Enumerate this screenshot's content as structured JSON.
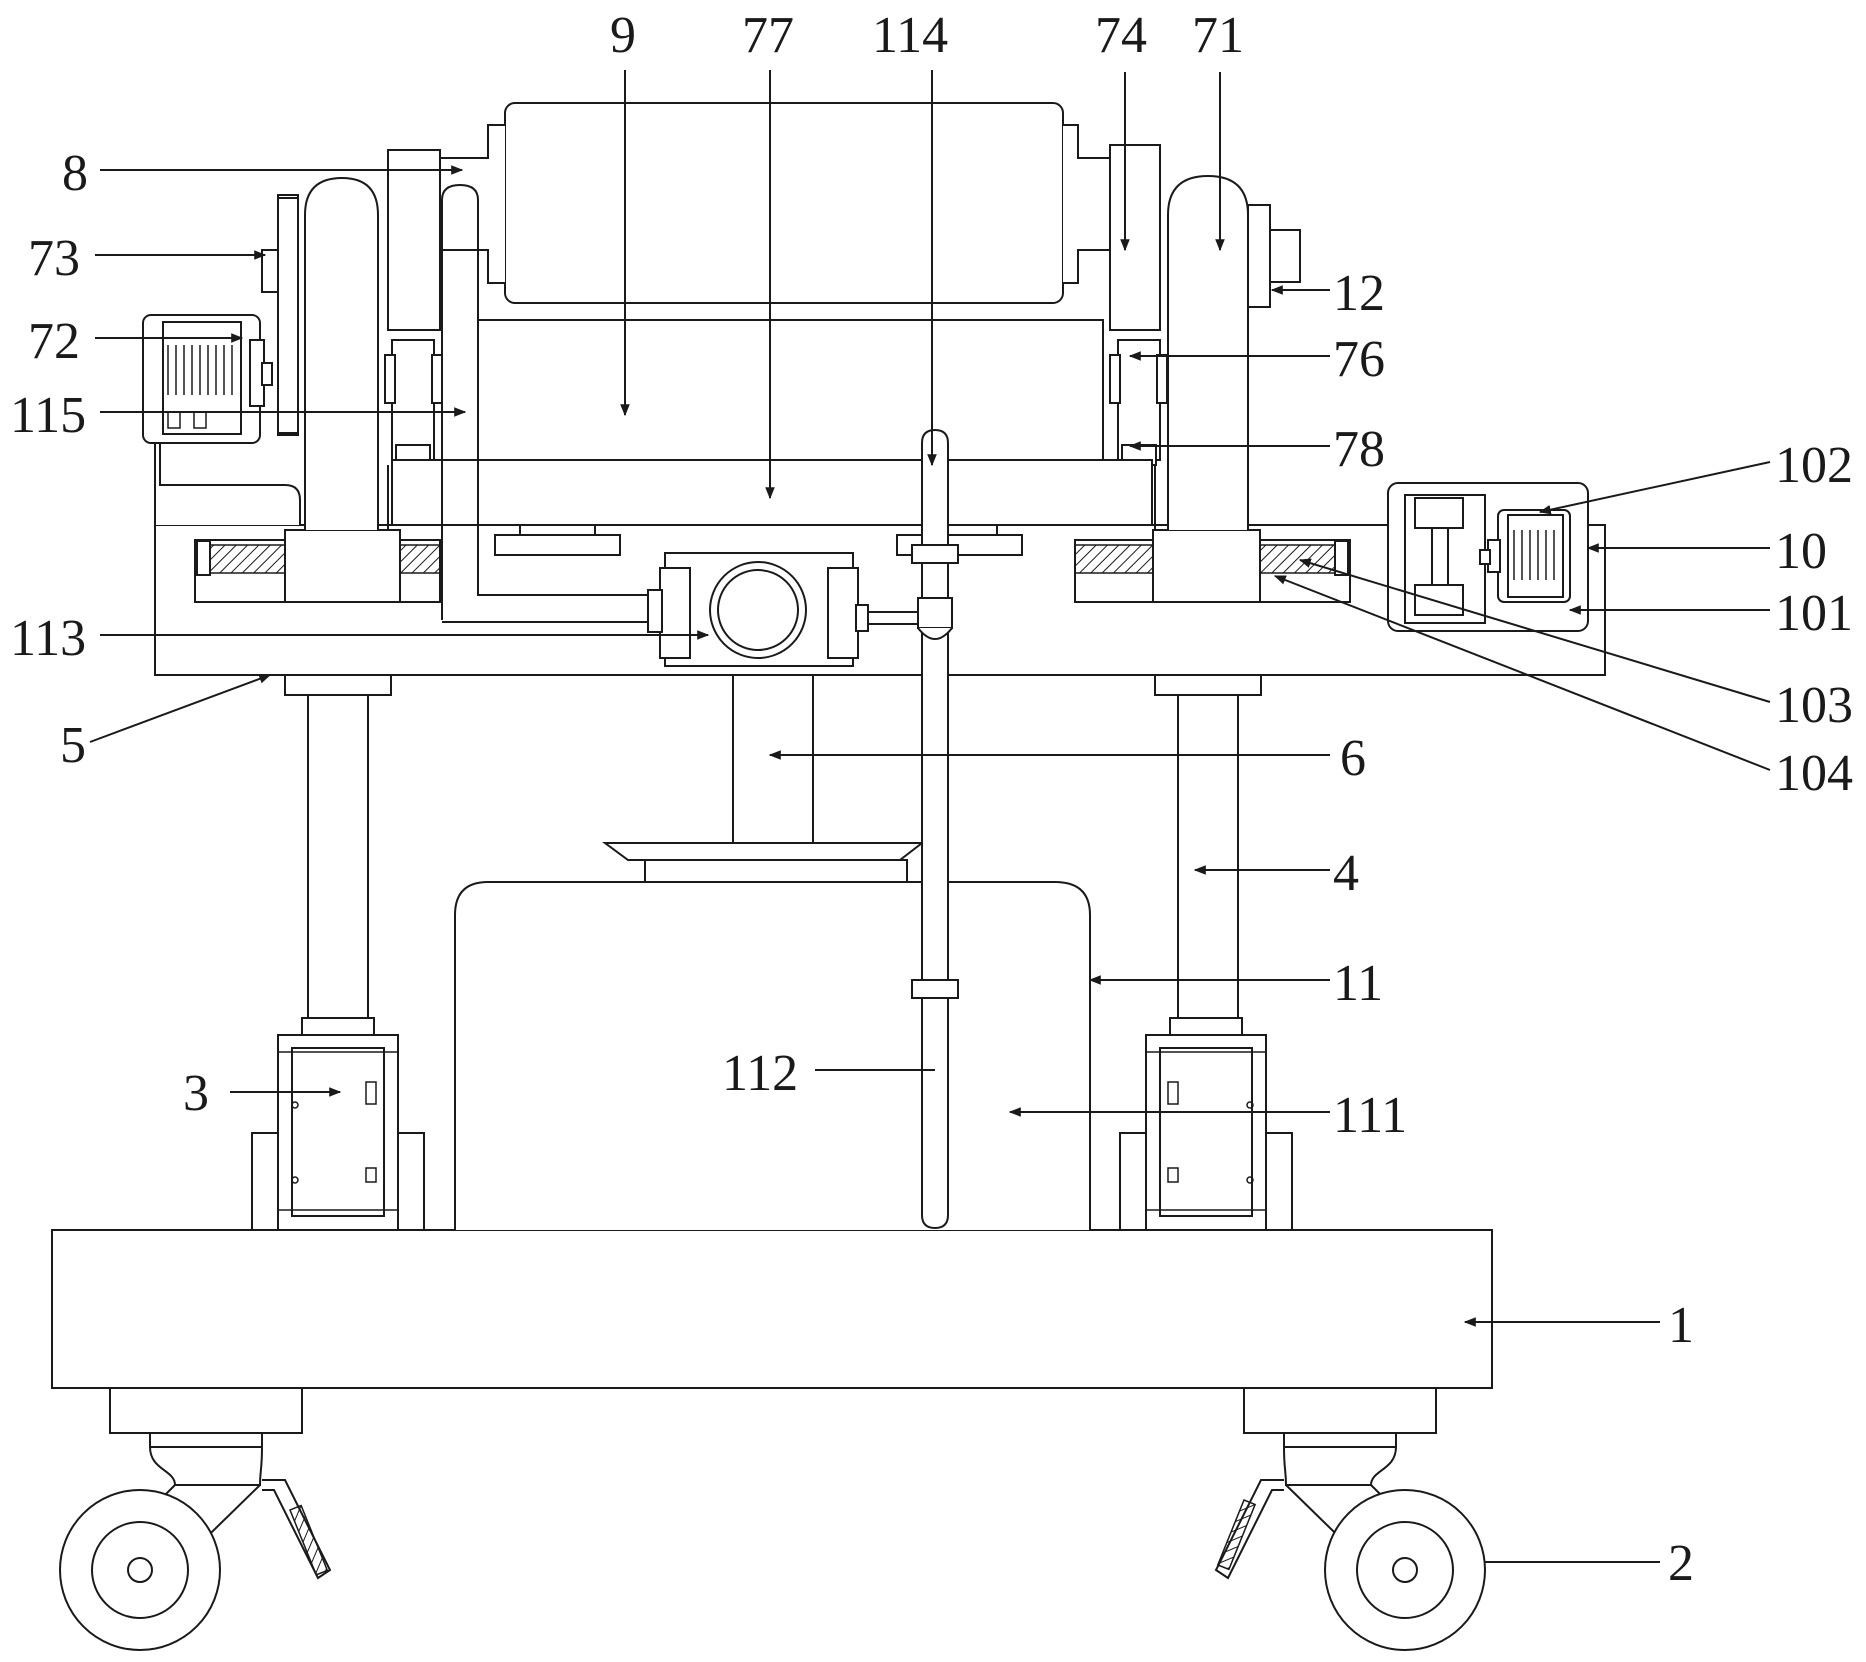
{
  "labels": {
    "l1": "1",
    "l2": "2",
    "l3": "3",
    "l4": "4",
    "l5": "5",
    "l6": "6",
    "l8": "8",
    "l9": "9",
    "l10": "10",
    "l11": "11",
    "l12": "12",
    "l71": "71",
    "l72": "72",
    "l73": "73",
    "l74": "74",
    "l76": "76",
    "l77": "77",
    "l78": "78",
    "l101": "101",
    "l102": "102",
    "l103": "103",
    "l104": "104",
    "l111": "111",
    "l112": "112",
    "l113": "113",
    "l114": "114",
    "l115": "115"
  },
  "colors": {
    "line": "#1a1a1a",
    "background": "#ffffff"
  }
}
